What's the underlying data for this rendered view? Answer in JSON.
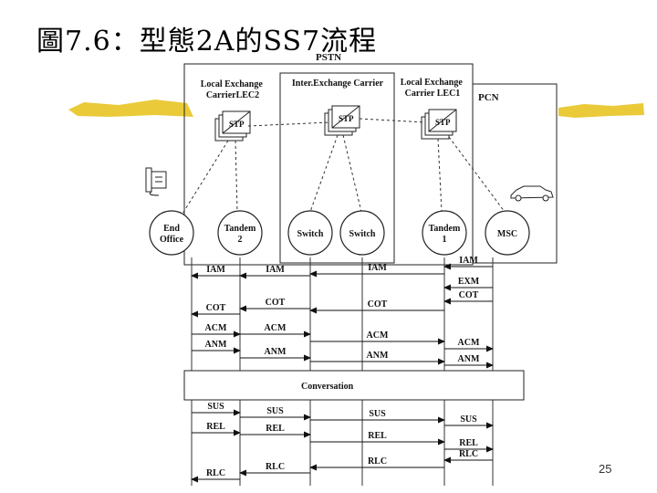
{
  "title": "圖7.6：型態2A的SS7流程",
  "page_number": "25",
  "diagram": {
    "network_labels": {
      "pstn": "PSTN",
      "pcn": "PCN"
    },
    "carriers": [
      {
        "id": "lec2",
        "lines": [
          "Local Exchange",
          "CarrierLEC2"
        ]
      },
      {
        "id": "iec",
        "lines": [
          "Inter.Exchange Carrier"
        ]
      },
      {
        "id": "lec1",
        "lines": [
          "Local Exchange",
          "Carrier LEC1"
        ]
      }
    ],
    "stp_label": "STP",
    "nodes": [
      {
        "id": "end-office",
        "lines": [
          "End",
          "Office"
        ]
      },
      {
        "id": "tandem-2",
        "lines": [
          "Tandem",
          "2"
        ]
      },
      {
        "id": "switch-a",
        "lines": [
          "Switch"
        ]
      },
      {
        "id": "switch-b",
        "lines": [
          "Switch"
        ]
      },
      {
        "id": "tandem-1",
        "lines": [
          "Tandem",
          "1"
        ]
      },
      {
        "id": "msc",
        "lines": [
          "MSC"
        ]
      }
    ],
    "conversation_label": "Conversation",
    "messages": [
      {
        "text": "IAM",
        "from": 5,
        "to": 4
      },
      {
        "text": "IAM",
        "from": 4,
        "to": 2
      },
      {
        "text": "IAM",
        "from": 2,
        "to": 1
      },
      {
        "text": "IAM",
        "from": 1,
        "to": 0
      },
      {
        "text": "EXM",
        "from": 5,
        "to": 4
      },
      {
        "text": "COT",
        "from": 5,
        "to": 4
      },
      {
        "text": "COT",
        "from": 4,
        "to": 2
      },
      {
        "text": "COT",
        "from": 2,
        "to": 1
      },
      {
        "text": "COT",
        "from": 1,
        "to": 0
      },
      {
        "text": "ACM",
        "from": 0,
        "to": 1
      },
      {
        "text": "ACM",
        "from": 1,
        "to": 2
      },
      {
        "text": "ACM",
        "from": 2,
        "to": 4
      },
      {
        "text": "ACM",
        "from": 4,
        "to": 5
      },
      {
        "text": "ANM",
        "from": 0,
        "to": 1
      },
      {
        "text": "ANM",
        "from": 1,
        "to": 2
      },
      {
        "text": "ANM",
        "from": 2,
        "to": 4
      },
      {
        "text": "ANM",
        "from": 4,
        "to": 5
      },
      {
        "text": "SUS",
        "from": 0,
        "to": 1
      },
      {
        "text": "SUS",
        "from": 1,
        "to": 2
      },
      {
        "text": "SUS",
        "from": 2,
        "to": 4
      },
      {
        "text": "SUS",
        "from": 4,
        "to": 5
      },
      {
        "text": "REL",
        "from": 0,
        "to": 1
      },
      {
        "text": "REL",
        "from": 1,
        "to": 2
      },
      {
        "text": "REL",
        "from": 2,
        "to": 4
      },
      {
        "text": "REL",
        "from": 4,
        "to": 5
      },
      {
        "text": "RLC",
        "from": 5,
        "to": 4
      },
      {
        "text": "RLC",
        "from": 4,
        "to": 2
      },
      {
        "text": "RLC",
        "from": 2,
        "to": 1
      },
      {
        "text": "RLC",
        "from": 1,
        "to": 0
      }
    ]
  }
}
